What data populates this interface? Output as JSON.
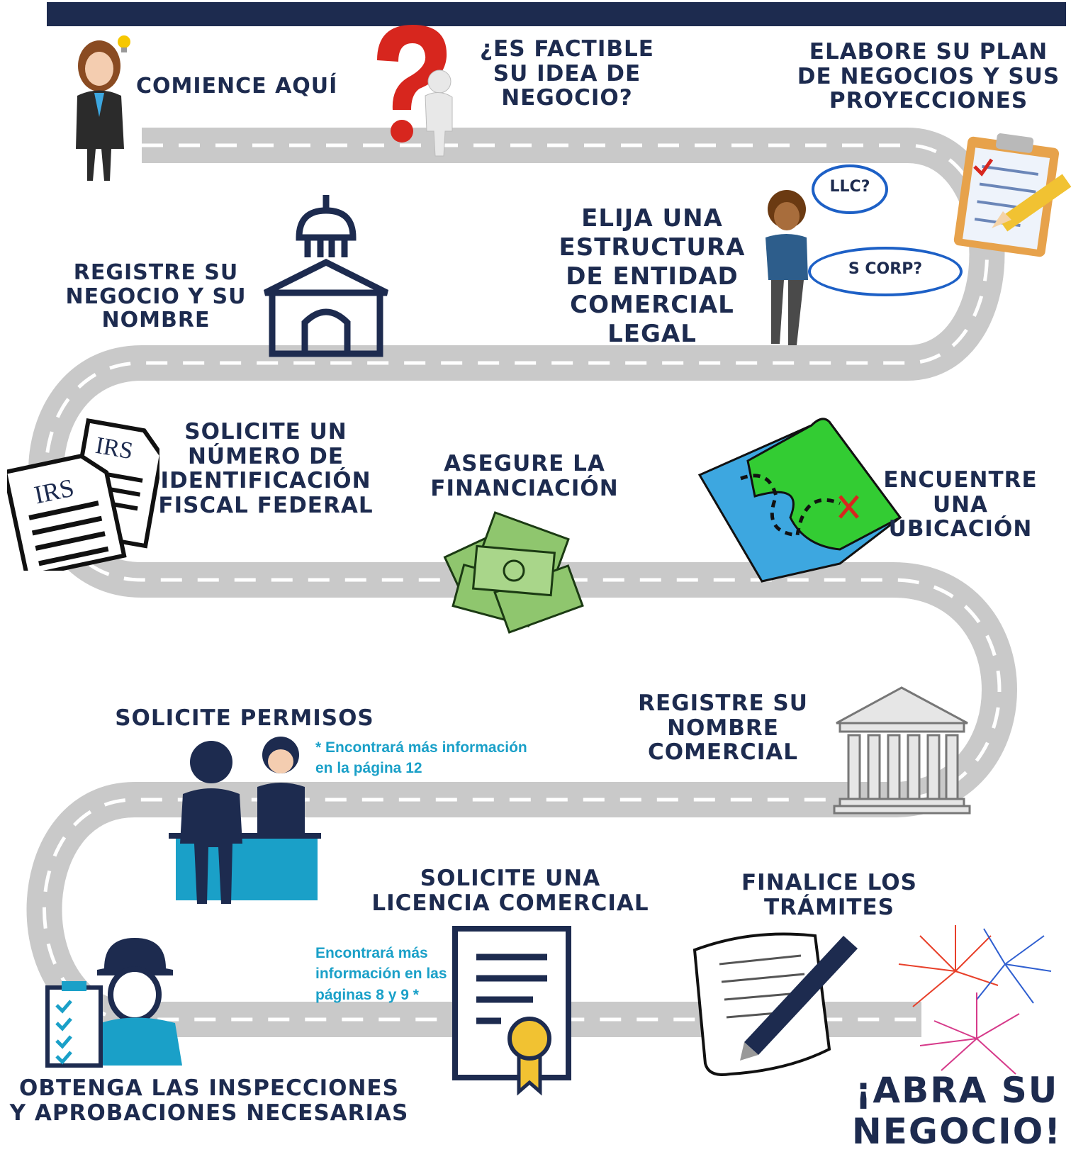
{
  "steps": {
    "start": "COMIENCE AQUÍ",
    "feasible": "¿ES FACTIBLE\nSU IDEA DE\nNEGOCIO?",
    "plan": "ELABORE SU PLAN\nDE NEGOCIOS Y SUS\nPROYECCIONES",
    "entity": "ELIJA UNA\nESTRUCTURA\nDE ENTIDAD\nCOMERCIAL\nLEGAL",
    "register": "REGISTRE SU\nNEGOCIO Y SU\nNOMBRE",
    "ein": "SOLICITE UN\nNÚMERO DE\nIDENTIFICACIÓN\nFISCAL FEDERAL",
    "financing": "ASEGURE LA\nFINANCIACIÓN",
    "location": "ENCUENTRE\nUNA\nUBICACIÓN",
    "trade_name": "REGISTRE SU\nNOMBRE\nCOMERCIAL",
    "permits": "SOLICITE PERMISOS",
    "license": "SOLICITE UNA\nLICENCIA COMERCIAL",
    "paperwork": "FINALICE LOS\nTRÁMITES",
    "inspections": "OBTENGA LAS INSPECCIONES\nY APROBACIONES NECESARIAS",
    "open": "¡ABRA SU\nNEGOCIO!"
  },
  "notes": {
    "permits": "* Encontrará más información\nen la página 12",
    "license": "Encontrará más\ninformación en las\npáginas 8 y 9 *"
  },
  "bubbles": {
    "llc": "LLC?",
    "scorp": "S CORP?"
  },
  "irs": {
    "doc1": "IRS",
    "doc2": "IRS"
  },
  "colors": {
    "navy": "#1d2b4f",
    "road": "#c9c9c9",
    "note": "#1aa0c8",
    "accent_red": "#d7261e",
    "money_green": "#8fc66e"
  }
}
